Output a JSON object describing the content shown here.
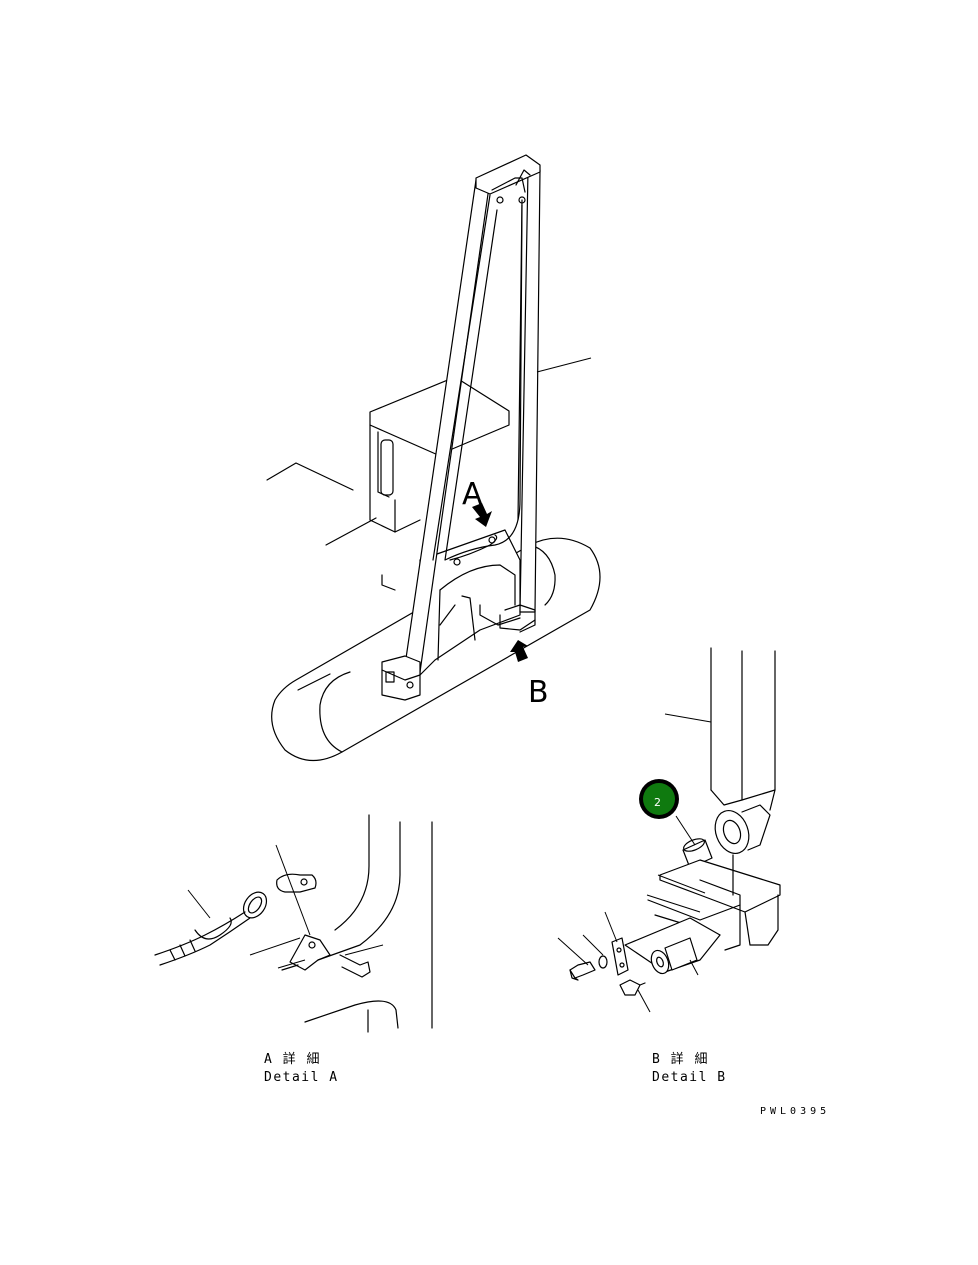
{
  "labels": {
    "view_a": "A",
    "view_b": "B",
    "detail_a_jp": "A 詳 細",
    "detail_a_en": "Detail A",
    "detail_b_jp": "B 詳 細",
    "detail_b_en": "Detail B",
    "drawing_code": "PWL0395"
  },
  "callouts": [
    {
      "number": "2",
      "color": "#0f7a0f"
    }
  ],
  "colors": {
    "line": "#000000",
    "background": "#ffffff",
    "callout_fill": "#0f7a0f",
    "callout_ring": "#000000"
  }
}
